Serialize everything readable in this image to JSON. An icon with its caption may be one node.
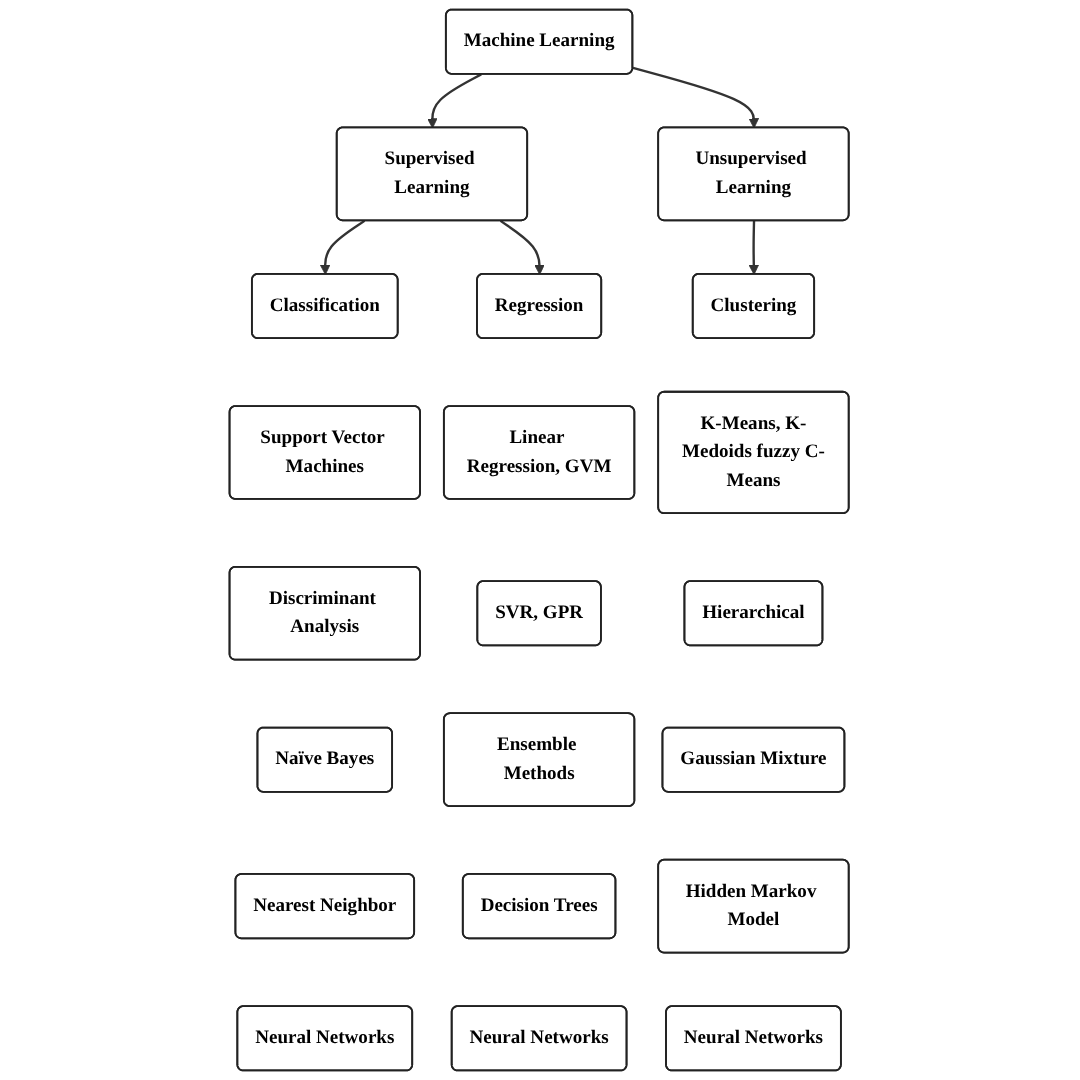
{
  "diagram": {
    "nodes": [
      {
        "text": [
          "Machine Learning"
        ]
      },
      {
        "text": [
          "Supervised Learning"
        ]
      },
      {
        "text": [
          "Unsupervised Learning"
        ]
      },
      {
        "text": [
          "Classification"
        ]
      },
      {
        "text": [
          "Regression"
        ]
      },
      {
        "text": [
          "Clustering"
        ]
      },
      {
        "text": [
          "Support Vector Machines"
        ]
      },
      {
        "text": [
          "Discriminant Analysis"
        ]
      },
      {
        "text": [
          "Naïve Bayes"
        ]
      },
      {
        "text": [
          "Nearest Neighbor"
        ]
      },
      {
        "text": [
          "Neural Networks"
        ]
      },
      {
        "text": [
          "Linear Regression, GVM"
        ]
      },
      {
        "text": [
          "SVR, GPR"
        ]
      },
      {
        "text": [
          "Ensemble Methods"
        ]
      },
      {
        "text": [
          "Decision Trees"
        ]
      },
      {
        "text": [
          "Neural Networks"
        ]
      },
      {
        "text": [
          "K-Means, K-Medoids fuzzy C-Means"
        ]
      },
      {
        "text": [
          "Hierarchical"
        ]
      },
      {
        "text": [
          "Gaussian Mixture"
        ]
      },
      {
        "text": [
          "Hidden Markov Model"
        ]
      },
      {
        "text": [
          "Neural Networks"
        ]
      }
    ],
    "edges": [
      {
        "from": 0,
        "to": 1,
        "arrow": "to"
      },
      {
        "from": 0,
        "to": 2,
        "arrow": "to"
      },
      {
        "from": 1,
        "to": 3,
        "arrow": "to"
      },
      {
        "from": 1,
        "to": 4,
        "arrow": "to"
      },
      {
        "from": 2,
        "to": 5,
        "arrow": "to"
      }
    ]
  }
}
